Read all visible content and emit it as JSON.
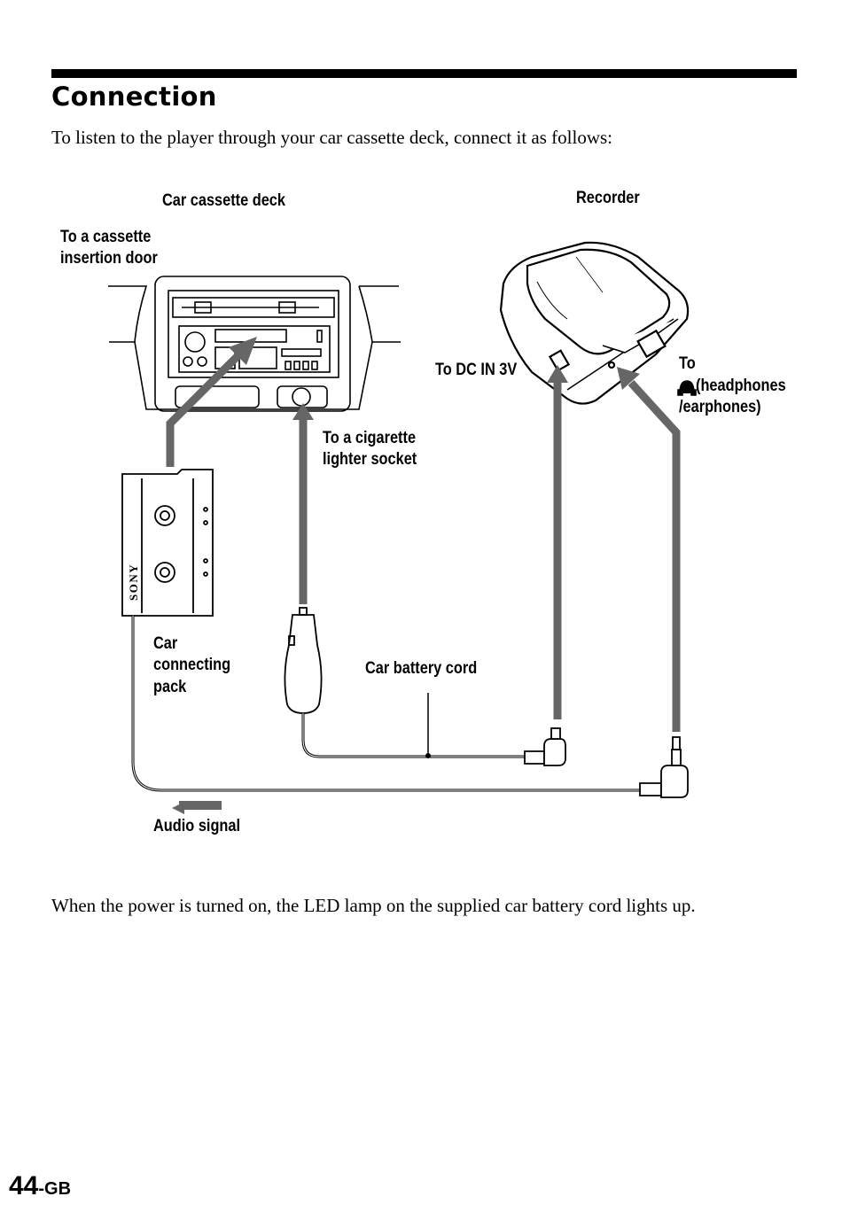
{
  "heading": "Connection",
  "intro": "To listen to the player through your car cassette deck, connect it as follows:",
  "labels": {
    "car_cassette_deck": "Car cassette deck",
    "recorder": "Recorder",
    "to_cassette_door_1": "To a cassette",
    "to_cassette_door_2": "insertion door",
    "to_dc_in": "To DC IN 3V",
    "to_headphones_1": "To",
    "to_headphones_2": "(headphones",
    "to_headphones_3": "/earphones)",
    "to_cigarette_1": "To a cigarette",
    "to_cigarette_2": "lighter socket",
    "car_pack_1": "Car",
    "car_pack_2": "connecting",
    "car_pack_3": "pack",
    "car_battery_cord": "Car battery cord",
    "audio_signal": "Audio signal",
    "cassette_brand": "SONY"
  },
  "footer": "When the power is turned on, the LED lamp on the supplied car battery cord lights up.",
  "page": {
    "number": "44",
    "suffix": "-GB"
  }
}
